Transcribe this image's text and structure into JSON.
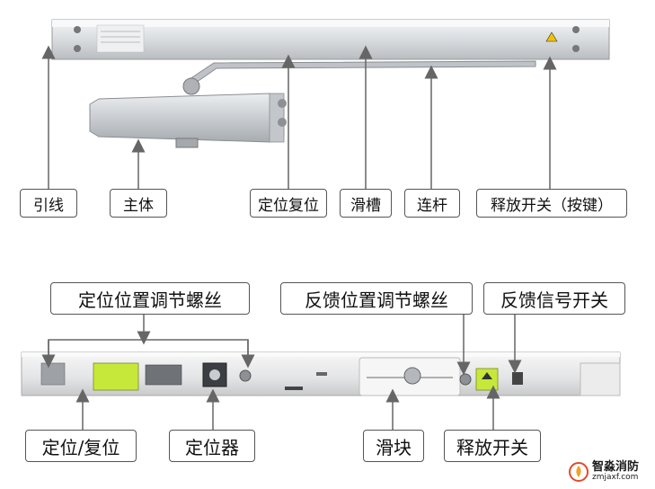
{
  "top_labels": {
    "lead_line": "引线",
    "main_body": "主体",
    "position_reset": "定位复位",
    "slide_groove": "滑槽",
    "connecting_rod": "连杆",
    "release_switch_key": "释放开关（按键）"
  },
  "bottom_labels": {
    "positioning_screw": "定位位置调节螺丝",
    "feedback_screw": "反馈位置调节螺丝",
    "feedback_signal_switch": "反馈信号开关",
    "position_reset": "定位/复位",
    "positioner": "定位器",
    "slider": "滑块",
    "release_switch": "释放开关"
  },
  "watermark": {
    "name": "智淼消防",
    "url": "zmjaxf.com"
  },
  "colors": {
    "metal": "#d9dcdf",
    "label_border": "#555555",
    "arrow": "#666666",
    "highlight": "#c6e83a"
  }
}
